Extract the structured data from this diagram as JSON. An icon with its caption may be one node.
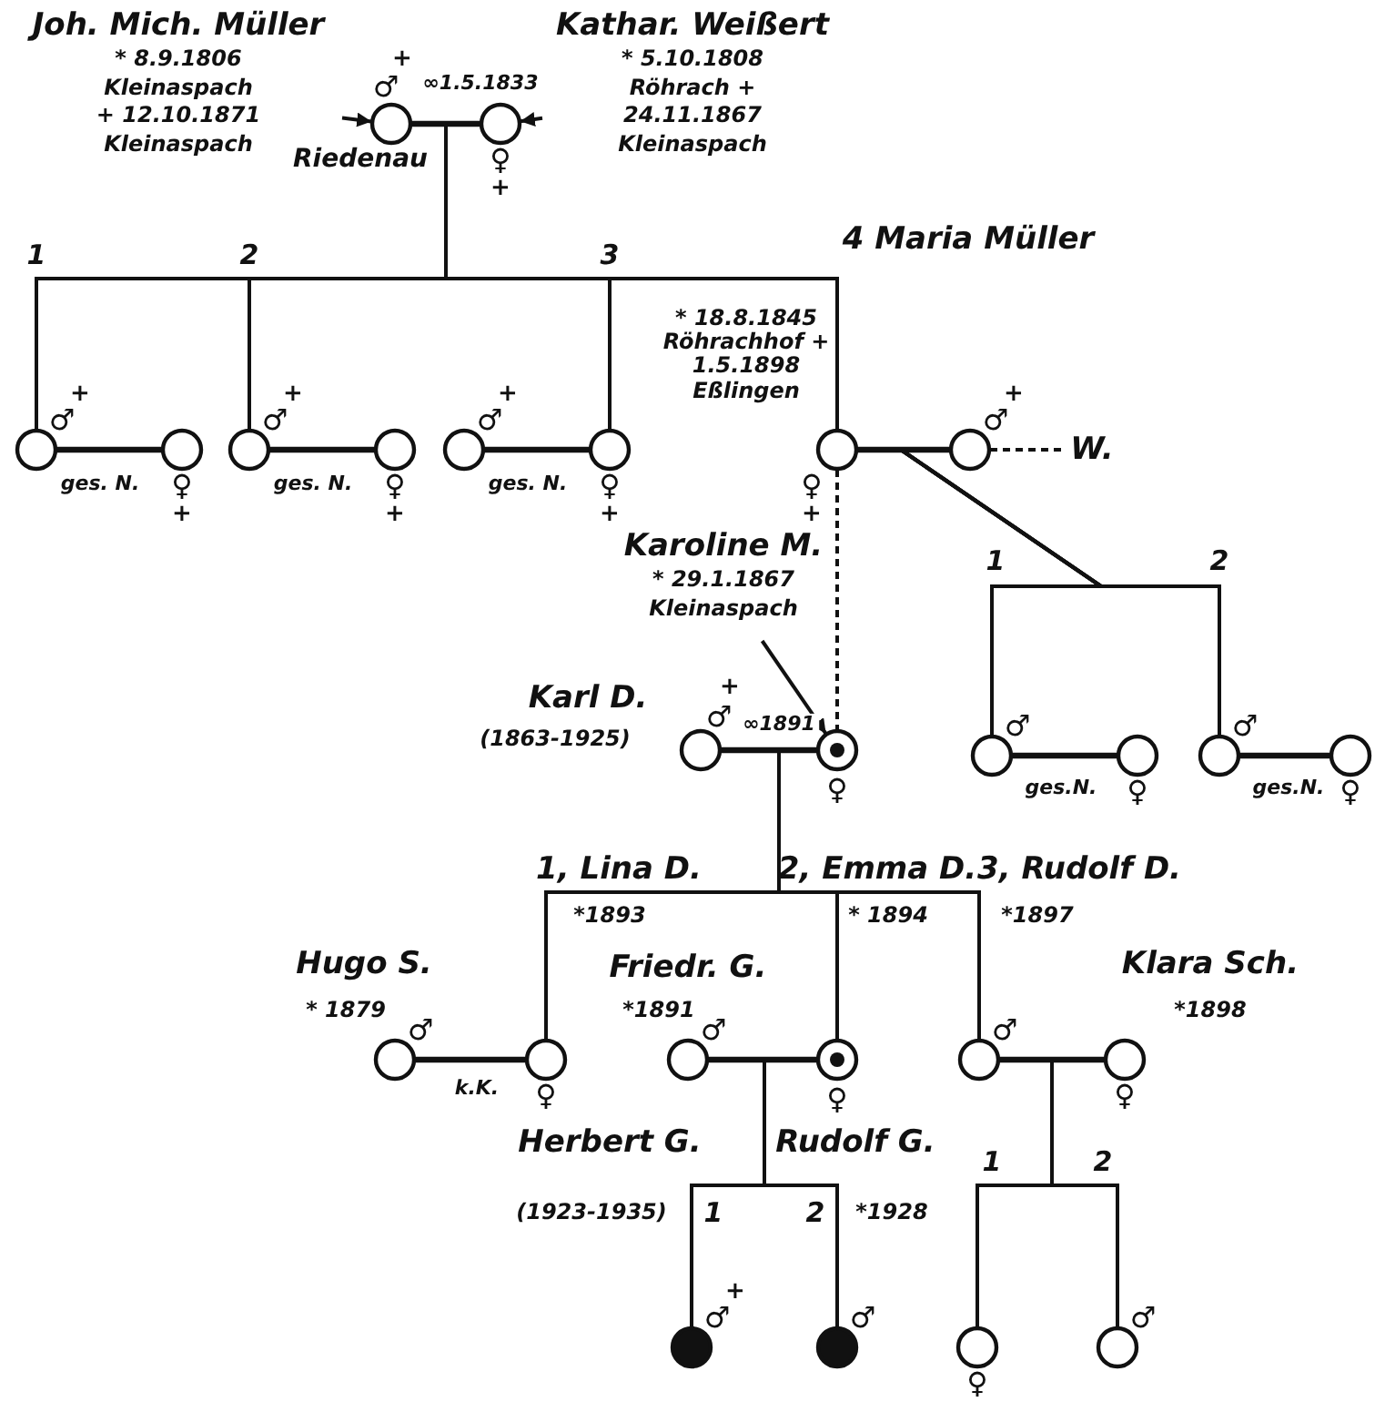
{
  "diagram": {
    "nodes": [
      {
        "text": [
          "Joh. Mich. Müller",
          "* 8.9.1806 Kleinaspach + 12.10.1871 Kleinaspach"
        ]
      },
      {
        "text": [],
        "shape": "circle",
        "beside": [
          "♂",
          "+"
        ]
      },
      {
        "text": [],
        "shape": "circle",
        "beside": [
          "♀",
          "+"
        ]
      },
      {
        "text": [
          "Kathar. Weißert",
          "* 5.10.1808 Röhrach + 24.11.1867 Kleinaspach"
        ]
      },
      {
        "text": [],
        "shape": "circle",
        "beside": [
          "♂",
          "+"
        ]
      },
      {
        "text": [],
        "shape": "circle",
        "beside": [
          "♀",
          "+"
        ]
      },
      {
        "text": [],
        "shape": "circle",
        "beside": [
          "♂",
          "+"
        ]
      },
      {
        "text": [],
        "shape": "circle",
        "beside": [
          "♀",
          "+"
        ]
      },
      {
        "text": [],
        "shape": "circle",
        "beside": [
          "♂",
          "+"
        ]
      },
      {
        "text": [],
        "shape": "circle",
        "beside": [
          "♀",
          "+"
        ]
      },
      {
        "text": [],
        "shape": "circle",
        "beside": [
          "4 Maria Müller",
          "* 18.8.1845 Röhrachhof + 1.5.1898 Eßlingen",
          "♀",
          "+"
        ]
      },
      {
        "text": [],
        "shape": "circle",
        "beside": [
          "♂",
          "+"
        ]
      },
      {
        "text": [
          "W."
        ]
      },
      {
        "text": [],
        "shape": "circle",
        "beside": [
          "♂"
        ]
      },
      {
        "text": [],
        "shape": "circle",
        "beside": [
          "♀"
        ]
      },
      {
        "text": [],
        "shape": "circle",
        "beside": [
          "♂"
        ]
      },
      {
        "text": [],
        "shape": "circle",
        "beside": [
          "♀"
        ]
      },
      {
        "text": [
          "Karoline M.",
          "* 29.1.1867 Kleinaspach"
        ]
      },
      {
        "text": [],
        "shape": "circle",
        "beside": [
          "Karl D.",
          "(1863-1925)",
          "♂",
          "+"
        ]
      },
      {
        "text": [],
        "shape": "circle",
        "beside": [
          "♀"
        ]
      },
      {
        "text": [],
        "shape": "circle",
        "beside": [
          "Hugo S.",
          "* 1879",
          "♂"
        ]
      },
      {
        "text": [],
        "shape": "circle",
        "beside": [
          "1, Lina D.",
          "*1893",
          "♀"
        ]
      },
      {
        "text": [],
        "shape": "circle",
        "beside": [
          "Friedr. G.",
          "*1891",
          "♂"
        ]
      },
      {
        "text": [],
        "shape": "circle",
        "beside": [
          "2, Emma D.",
          "* 1894",
          "♀"
        ]
      },
      {
        "text": [],
        "shape": "circle",
        "beside": [
          "3, Rudolf D.",
          "*1897",
          "♂"
        ]
      },
      {
        "text": [],
        "shape": "circle",
        "beside": [
          "Klara Sch.",
          "*1898",
          "♀"
        ]
      },
      {
        "text": [],
        "shape": "circle",
        "beside": [
          "Herbert G.",
          "(1923-1935)",
          "1",
          "♂",
          "+"
        ]
      },
      {
        "text": [],
        "shape": "circle",
        "beside": [
          "Rudolf G.",
          "2",
          "*1928",
          "♂"
        ]
      },
      {
        "text": [],
        "shape": "circle",
        "beside": [
          "♀"
        ]
      },
      {
        "text": [],
        "shape": "circle",
        "beside": [
          "♂"
        ]
      }
    ],
    "edges": [
      {
        "from": 0,
        "to": 1,
        "arrow": "to"
      },
      {
        "from": 3,
        "to": 2,
        "arrow": "to"
      },
      {
        "from": 1,
        "to": 2,
        "arrow": "none",
        "label": "∞1.5.1833"
      },
      {
        "from": 1,
        "to": 4,
        "arrow": "none"
      },
      {
        "from": 2,
        "to": 4,
        "arrow": "none"
      },
      {
        "from": 1,
        "to": 6,
        "arrow": "none"
      },
      {
        "from": 2,
        "to": 6,
        "arrow": "none"
      },
      {
        "from": 1,
        "to": 9,
        "arrow": "none"
      },
      {
        "from": 2,
        "to": 9,
        "arrow": "none"
      },
      {
        "from": 1,
        "to": 10,
        "arrow": "none"
      },
      {
        "from": 2,
        "to": 10,
        "arrow": "none"
      },
      {
        "from": 4,
        "to": 5,
        "arrow": "none",
        "label": "ges. N."
      },
      {
        "from": 6,
        "to": 7,
        "arrow": "none",
        "label": "ges. N."
      },
      {
        "from": 8,
        "to": 9,
        "arrow": "none",
        "label": "ges. N."
      },
      {
        "from": 10,
        "to": 11,
        "arrow": "none"
      },
      {
        "from": 11,
        "to": 12,
        "arrow": "none",
        "style": "dashed"
      },
      {
        "from": 10,
        "to": 13,
        "arrow": "none"
      },
      {
        "from": 11,
        "to": 13,
        "arrow": "none"
      },
      {
        "from": 10,
        "to": 15,
        "arrow": "none"
      },
      {
        "from": 11,
        "to": 15,
        "arrow": "none"
      },
      {
        "from": 13,
        "to": 14,
        "arrow": "none",
        "label": "ges.N."
      },
      {
        "from": 15,
        "to": 16,
        "arrow": "none",
        "label": "ges.N."
      },
      {
        "from": 10,
        "to": 19,
        "arrow": "none",
        "style": "dashed"
      },
      {
        "from": 17,
        "to": 19,
        "arrow": "to"
      },
      {
        "from": 18,
        "to": 19,
        "arrow": "none",
        "label": "∞1891"
      },
      {
        "from": 18,
        "to": 21,
        "arrow": "none"
      },
      {
        "from": 19,
        "to": 21,
        "arrow": "none"
      },
      {
        "from": 18,
        "to": 23,
        "arrow": "none"
      },
      {
        "from": 19,
        "to": 23,
        "arrow": "none"
      },
      {
        "from": 18,
        "to": 24,
        "arrow": "none"
      },
      {
        "from": 19,
        "to": 24,
        "arrow": "none"
      },
      {
        "from": 20,
        "to": 21,
        "arrow": "none",
        "label": "k.K."
      },
      {
        "from": 22,
        "to": 23,
        "arrow": "none"
      },
      {
        "from": 22,
        "to": 26,
        "arrow": "none"
      },
      {
        "from": 23,
        "to": 26,
        "arrow": "none"
      },
      {
        "from": 22,
        "to": 27,
        "arrow": "none"
      },
      {
        "from": 23,
        "to": 27,
        "arrow": "none"
      },
      {
        "from": 24,
        "to": 25,
        "arrow": "none"
      },
      {
        "from": 24,
        "to": 28,
        "arrow": "none"
      },
      {
        "from": 25,
        "to": 28,
        "arrow": "none"
      },
      {
        "from": 24,
        "to": 29,
        "arrow": "none"
      },
      {
        "from": 25,
        "to": 29,
        "arrow": "none"
      }
    ],
    "labels": [
      "Riedenau",
      "1",
      "2",
      "3",
      "1",
      "2",
      "1",
      "2"
    ]
  }
}
